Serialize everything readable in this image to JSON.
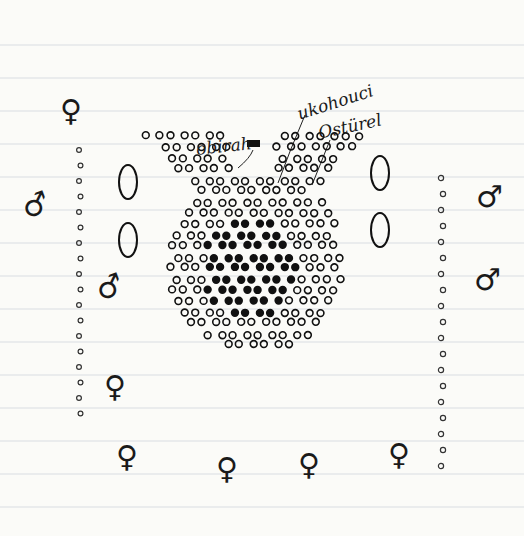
{
  "diagram": {
    "labels": [
      "obirah",
      "ukohouci",
      "Ostürel",
      "♂",
      "♂",
      "♂",
      "♂",
      "♀",
      "♀",
      "♀",
      "♀",
      "♀",
      "♀"
    ]
  }
}
